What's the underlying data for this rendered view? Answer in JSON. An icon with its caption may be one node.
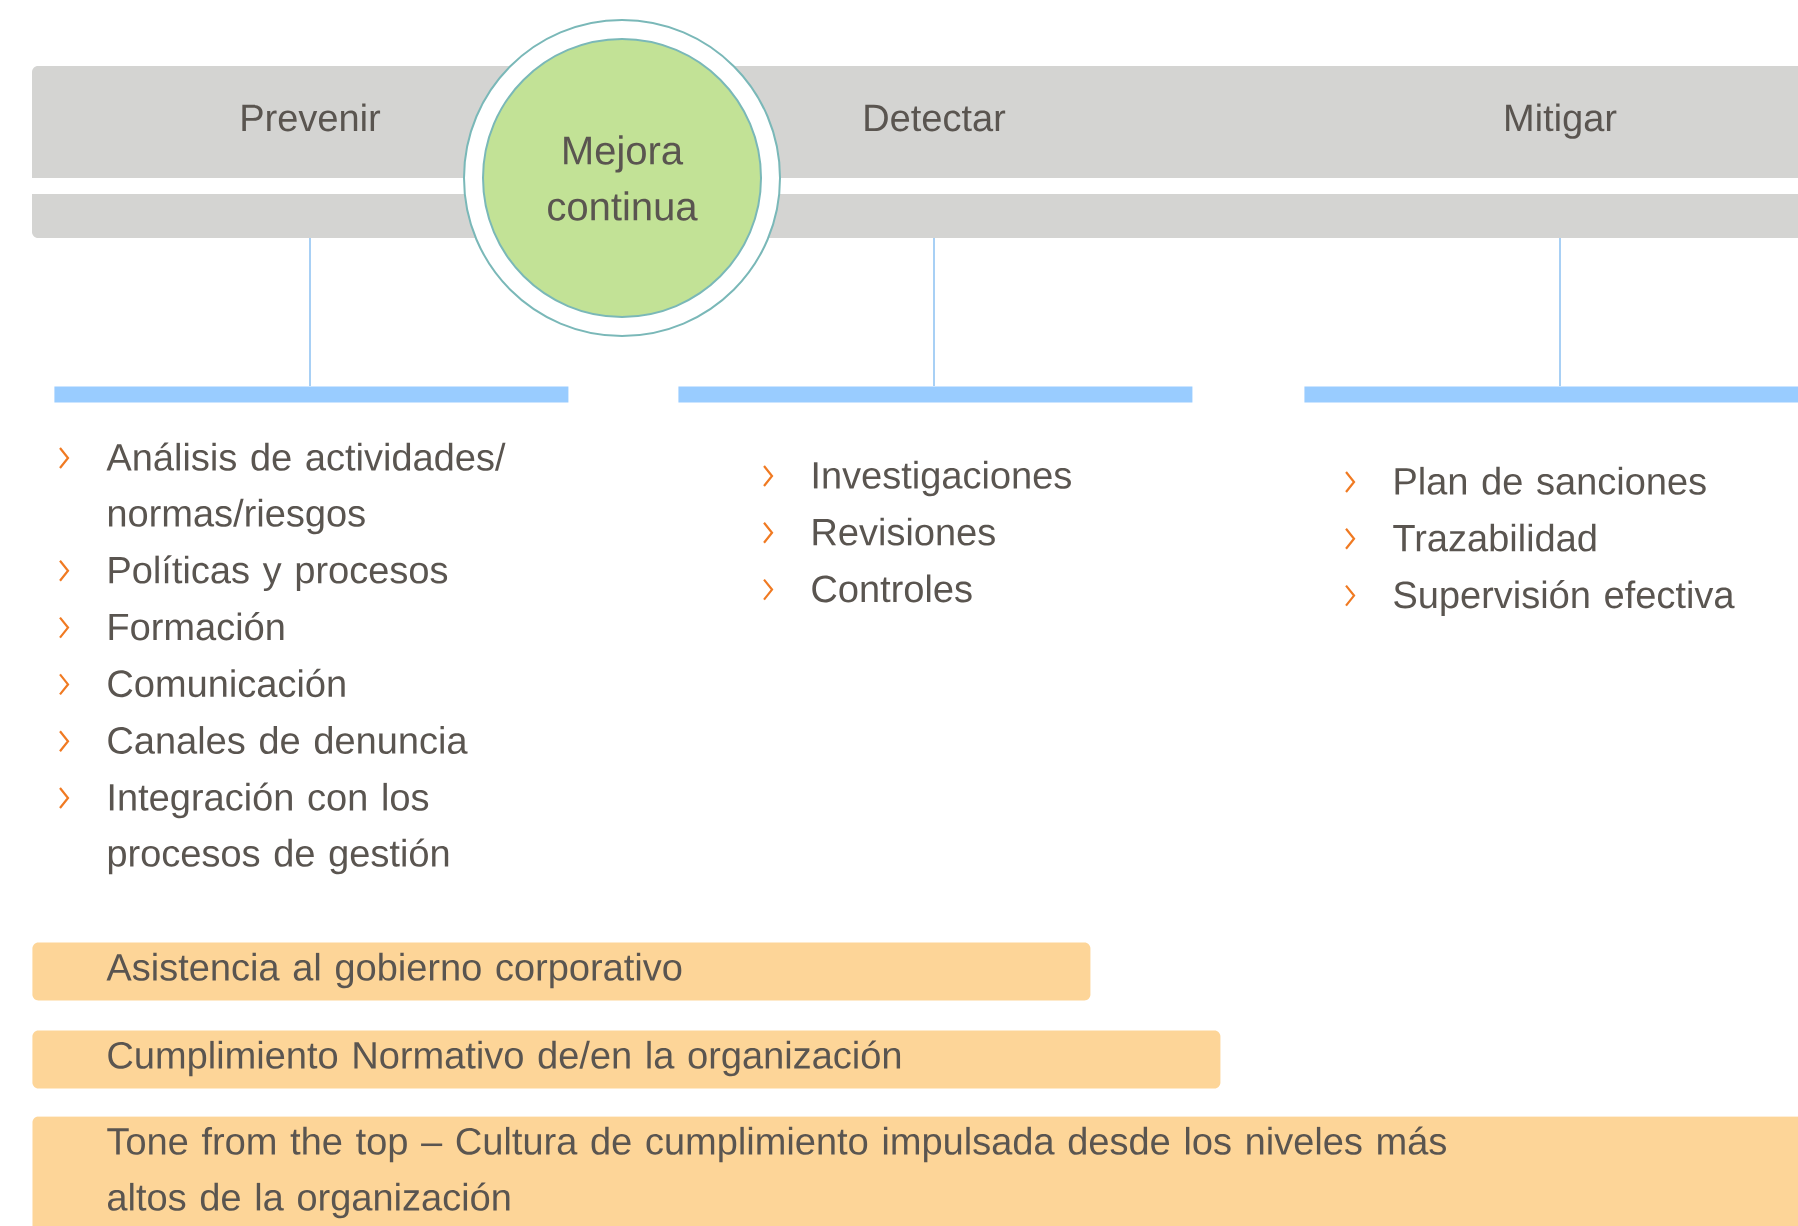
{
  "diagram": {
    "nodes": [
      {
        "text": [
          "Prevenir"
        ]
      },
      {
        "text": [
          "Mejora continua"
        ]
      },
      {
        "text": [
          "Detectar"
        ]
      },
      {
        "text": [
          "Mitigar"
        ]
      },
      {
        "text": [
          "Análisis de actividades/ normas/riesgos",
          "Políticas y procesos",
          "Formación",
          "Comunicación",
          "Canales de denuncia",
          "Integración con los procesos de gestión"
        ]
      },
      {
        "text": [
          "Investigaciones",
          "Revisiones",
          "Controles"
        ]
      },
      {
        "text": [
          "Plan de sanciones",
          "Trazabilidad",
          "Supervisión efectiva"
        ]
      },
      {
        "text": [
          "Asistencia al gobierno corporativo"
        ]
      },
      {
        "text": [
          "Cumplimiento Normativo de/en la organización"
        ]
      },
      {
        "text": [
          "Tone from the top – Cultura de cumplimiento impulsada desde los niveles más altos de la organización"
        ]
      }
    ],
    "edges": [
      {
        "from": 0,
        "to": 4,
        "arrow": "none"
      },
      {
        "from": 2,
        "to": 5,
        "arrow": "none"
      },
      {
        "from": 3,
        "to": 6,
        "arrow": "none"
      }
    ]
  }
}
